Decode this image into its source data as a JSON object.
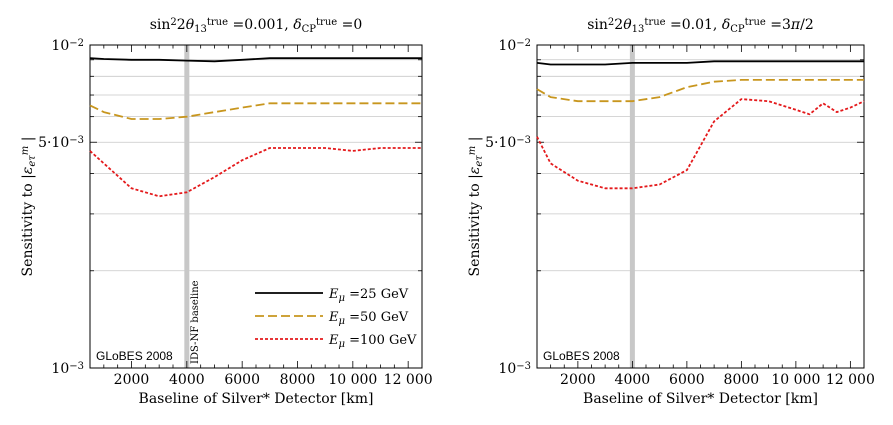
{
  "chart_data": [
    {
      "type": "line",
      "title": "sin²2θ₁₃^true = 0.001, δ_CP^true = 0",
      "xlabel": "Baseline of Silver* Detector [km]",
      "ylabel": "Sensitivity to |ε_eτ^m|",
      "y_scale": "log",
      "xlim": [
        500,
        12500
      ],
      "ylim": [
        0.001,
        0.01
      ],
      "x_ticks": [
        2000,
        4000,
        6000,
        8000,
        10000,
        12000
      ],
      "x_tick_labels": [
        "2000",
        "4000",
        "6000",
        "8000",
        "10 000",
        "12 000"
      ],
      "y_tick_labels": [
        "10⁻²",
        "5·10⁻³",
        "10⁻³"
      ],
      "grid": "horizontal",
      "vertical_marker": {
        "x": 4000,
        "label": "IDS-NF baseline"
      },
      "credit": "GLoBES 2008",
      "legend": "bottom-right",
      "series": [
        {
          "name": "E_μ = 25 GeV",
          "color": "#000000",
          "dash": "solid",
          "x": [
            500,
            1000,
            2000,
            3000,
            4000,
            5000,
            6000,
            7000,
            8000,
            9000,
            10000,
            11000,
            12000,
            12500
          ],
          "values": [
            0.0091,
            0.00905,
            0.009,
            0.009,
            0.00895,
            0.0089,
            0.009,
            0.0091,
            0.0091,
            0.0091,
            0.0091,
            0.0091,
            0.0091,
            0.0091
          ]
        },
        {
          "name": "E_μ = 50 GeV",
          "color": "#c8961e",
          "dash": "dashed",
          "x": [
            500,
            1000,
            2000,
            3000,
            4000,
            5000,
            6000,
            7000,
            8000,
            9000,
            10000,
            11000,
            12000,
            12500
          ],
          "values": [
            0.0065,
            0.0062,
            0.0059,
            0.0059,
            0.006,
            0.0062,
            0.0064,
            0.0066,
            0.0066,
            0.0066,
            0.0066,
            0.0066,
            0.0066,
            0.0066
          ]
        },
        {
          "name": "E_μ = 100 GeV",
          "color": "#e41a1c",
          "dash": "dotted",
          "x": [
            500,
            1000,
            2000,
            3000,
            4000,
            5000,
            6000,
            7000,
            8000,
            9000,
            10000,
            11000,
            12000,
            12500
          ],
          "values": [
            0.0047,
            0.0043,
            0.0036,
            0.0034,
            0.0035,
            0.0039,
            0.0044,
            0.0048,
            0.0048,
            0.0048,
            0.0047,
            0.0048,
            0.0048,
            0.0048
          ]
        }
      ]
    },
    {
      "type": "line",
      "title": "sin²2θ₁₃^true = 0.01, δ_CP^true = 3π/2",
      "xlabel": "Baseline of Silver* Detector [km]",
      "ylabel": "Sensitivity to |ε_eτ^m|",
      "y_scale": "log",
      "xlim": [
        500,
        12500
      ],
      "ylim": [
        0.001,
        0.01
      ],
      "x_ticks": [
        2000,
        4000,
        6000,
        8000,
        10000,
        12000
      ],
      "x_tick_labels": [
        "2000",
        "4000",
        "6000",
        "8000",
        "10 000",
        "12 000"
      ],
      "y_tick_labels": [
        "10⁻²",
        "5·10⁻³",
        "10⁻³"
      ],
      "grid": "horizontal",
      "vertical_marker": {
        "x": 4000,
        "label": ""
      },
      "credit": "GLoBES 2008",
      "legend": "none",
      "series": [
        {
          "name": "E_μ = 25 GeV",
          "color": "#000000",
          "dash": "solid",
          "x": [
            500,
            1000,
            2000,
            3000,
            4000,
            5000,
            6000,
            7000,
            8000,
            9000,
            10000,
            11000,
            12000,
            12500
          ],
          "values": [
            0.0088,
            0.0087,
            0.0087,
            0.0087,
            0.0088,
            0.0088,
            0.0088,
            0.0089,
            0.0089,
            0.0089,
            0.0089,
            0.0089,
            0.0089,
            0.0089
          ]
        },
        {
          "name": "E_μ = 50 GeV",
          "color": "#c8961e",
          "dash": "dashed",
          "x": [
            500,
            1000,
            2000,
            3000,
            4000,
            5000,
            6000,
            7000,
            8000,
            9000,
            10000,
            11000,
            12000,
            12500
          ],
          "values": [
            0.0073,
            0.0069,
            0.0067,
            0.0067,
            0.0067,
            0.0069,
            0.0074,
            0.0077,
            0.0078,
            0.0078,
            0.0078,
            0.0078,
            0.0078,
            0.0078
          ]
        },
        {
          "name": "E_μ = 100 GeV",
          "color": "#e41a1c",
          "dash": "dotted",
          "x": [
            500,
            1000,
            2000,
            3000,
            4000,
            5000,
            6000,
            7000,
            8000,
            9000,
            10000,
            10500,
            11000,
            11500,
            12000,
            12500
          ],
          "values": [
            0.0052,
            0.0043,
            0.0038,
            0.0036,
            0.0036,
            0.0037,
            0.0041,
            0.0058,
            0.0068,
            0.0067,
            0.0063,
            0.0061,
            0.0066,
            0.0062,
            0.0064,
            0.0067
          ]
        }
      ]
    }
  ]
}
